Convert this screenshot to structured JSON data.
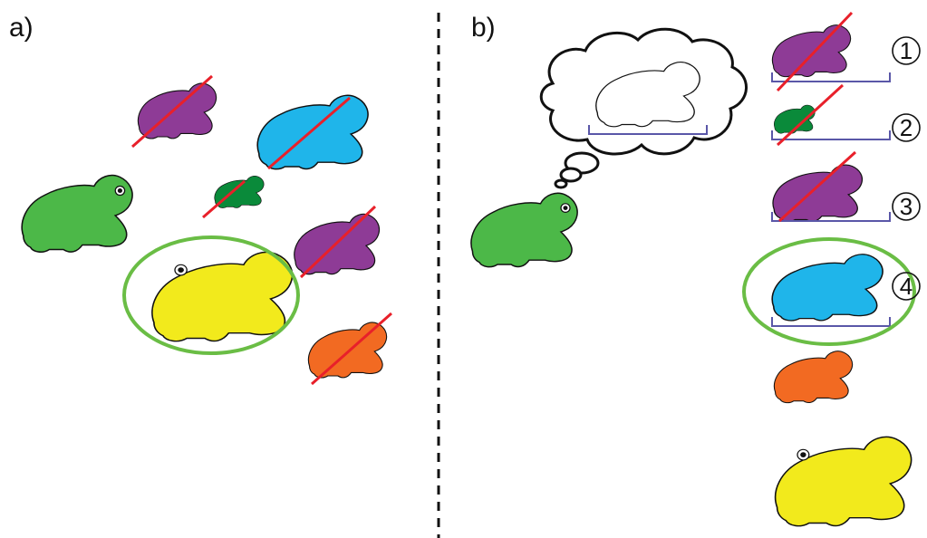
{
  "panels": {
    "a_label": "a)",
    "b_label": "b)"
  },
  "colors": {
    "green": "#4cb848",
    "purple": "#8e3b96",
    "blue": "#1fb5ea",
    "dark_green": "#0a8a3a",
    "yellow": "#f2ea1c",
    "orange": "#f26a22",
    "outline": "#111111",
    "strike": "#e8202a",
    "circle": "#6abd45",
    "bracket": "#5a57a8",
    "divider": "#111111"
  },
  "panel_b": {
    "numbers": [
      "1",
      "2",
      "3",
      "4"
    ]
  },
  "icons": {
    "frog": "frog-icon",
    "thought_bubble": "thought-bubble-icon",
    "strike": "red-strike-line",
    "selection": "selection-ellipse"
  }
}
